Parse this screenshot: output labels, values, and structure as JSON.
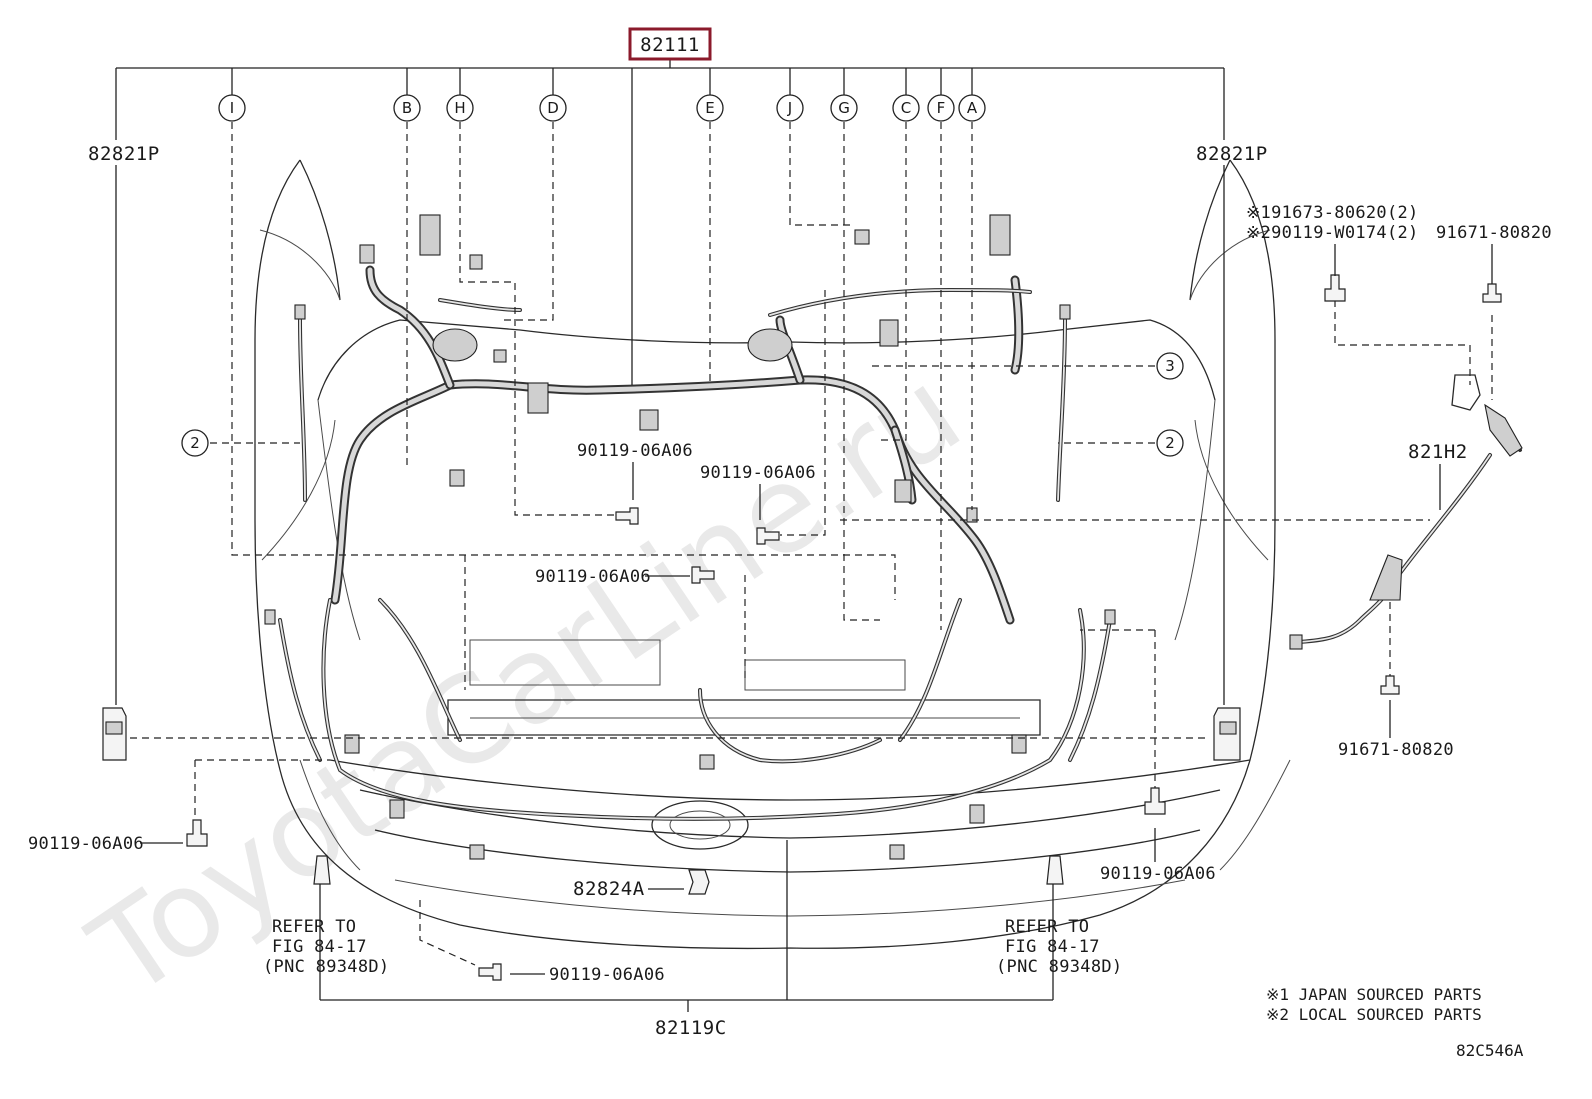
{
  "diagram": {
    "main_part": "82111",
    "main_part_highlight_color": "#8b1a2b",
    "side_part_left": "82821P",
    "side_part_right": "82821P",
    "callouts": [
      "I",
      "B",
      "H",
      "D",
      "E",
      "J",
      "G",
      "C",
      "F",
      "A"
    ],
    "numbered_callouts": [
      "2",
      "2",
      "3"
    ],
    "bolt_labels": {
      "upper_center": "90119-06A06",
      "upper_right": "90119-06A06",
      "middle_center": "90119-06A06",
      "lower_left": "90119-06A06",
      "bottom_center": "90119-06A06",
      "lower_right": "90119-06A06"
    },
    "bracket_label": "82824A",
    "bottom_part": "82119C",
    "refer_left": [
      "REFER TO",
      "FIG 84-17",
      "(PNC 89348D)"
    ],
    "refer_right": [
      "REFER TO",
      "FIG 84-17",
      "(PNC 89348D)"
    ],
    "sensor": {
      "part": "821H2",
      "source_line_1": "※191673-80620(2)",
      "source_line_2": "※290119-W0174(2)",
      "bolt_top": "91671-80820",
      "bolt_bottom": "91671-80820"
    },
    "notes": [
      "※1 JAPAN SOURCED PARTS",
      "※2 LOCAL SOURCED PARTS"
    ],
    "figure_code": "82C546A",
    "watermark": "ToyotaCarLine.ru"
  }
}
